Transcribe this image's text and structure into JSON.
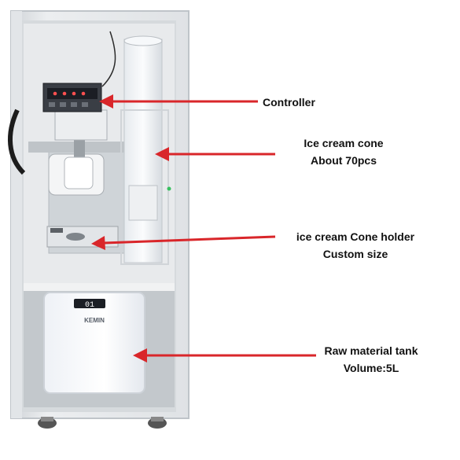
{
  "labels": {
    "controller": "Controller",
    "cone_line1": "Ice cream cone",
    "cone_line2": "About 70pcs",
    "holder_line1": "ice cream Cone holder",
    "holder_line2": "Custom size",
    "tank_line1": "Raw material tank",
    "tank_line2": "Volume:5L"
  },
  "tank_brand": "KEMIN",
  "tank_display": "01",
  "colors": {
    "arrow": "#d9262a",
    "cabinet": "#e9ebed",
    "cabinet_edge": "#c9cdd1",
    "interior": "#d7dbde",
    "tank": "#f5f7fb",
    "display": "#1b1e24",
    "controller_panel": "#2a2d33"
  }
}
